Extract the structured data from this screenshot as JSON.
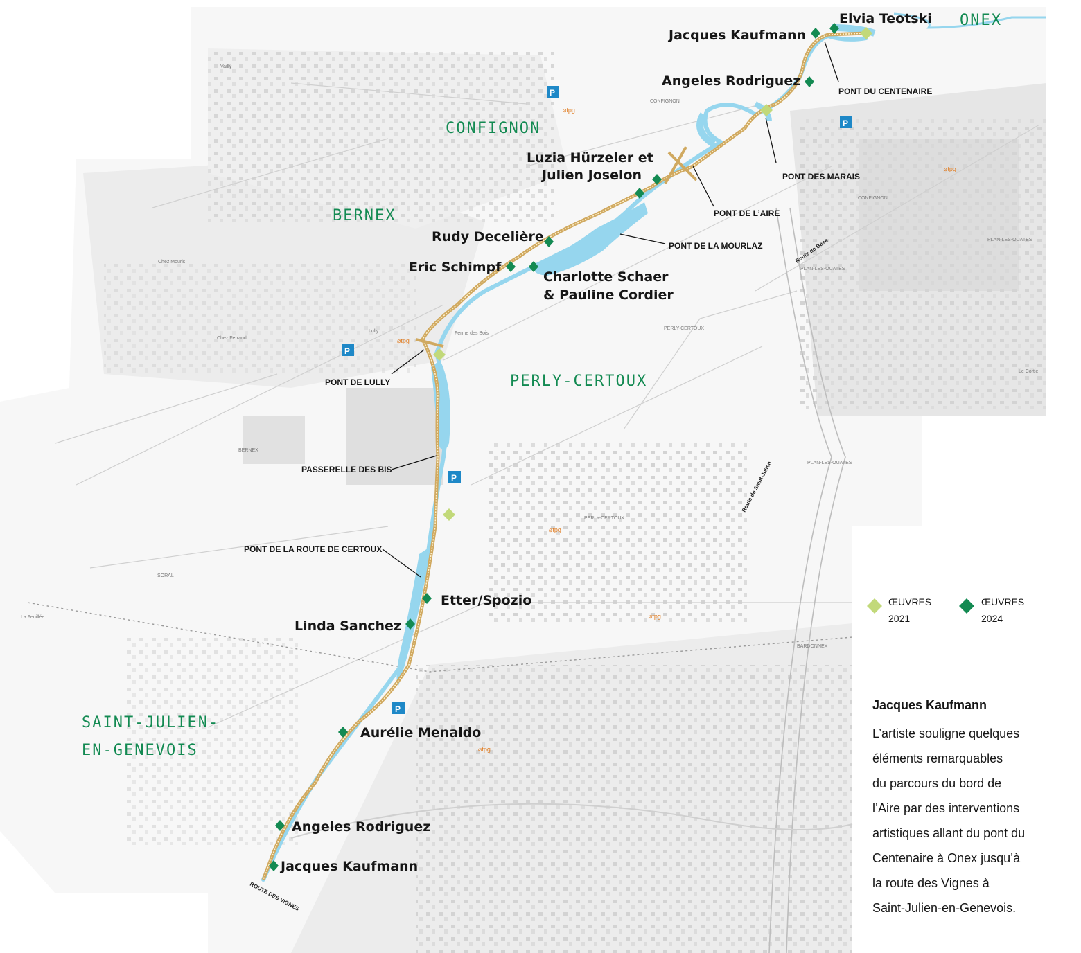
{
  "colors": {
    "water": "#96d6ee",
    "river_line": "#4fb6de",
    "green_label": "#138a52",
    "marker_2024": "#138a52",
    "marker_2021": "#c2d97a",
    "path": "#c9a35a",
    "parking": "#1e88c7",
    "tpg": "#e07a1e"
  },
  "towns": {
    "onex": "ONEX",
    "confignon": "CONFIGNON",
    "bernex": "BERNEX",
    "perly": "PERLY-CERTOUX",
    "saint_julien_1": "SAINT-JULIEN-",
    "saint_julien_2": "EN-GENEVOIS"
  },
  "artists": {
    "elvia": "Elvia Teotski",
    "kaufmann_n": "Jacques Kaufmann",
    "rodriguez_n": "Angeles Rodriguez",
    "luzia_1": "Luzia Hürzeler et",
    "luzia_2": "Julien Joselon",
    "rudy": "Rudy Decelière",
    "eric": "Eric Schimpf",
    "charlotte_1": "Charlotte Schaer",
    "charlotte_2": "& Pauline Cordier",
    "etter": "Etter/Spozio",
    "linda": "Linda Sanchez",
    "aurelie": "Aurélie Menaldo",
    "rodriguez_s": "Angeles Rodriguez",
    "kaufmann_s": "Jacques Kaufmann"
  },
  "bridges": {
    "centenaire": "PONT DU CENTENAIRE",
    "marais": "PONT DES MARAIS",
    "aire": "PONT DE L’AIRE",
    "mourlaz": "PONT DE LA MOURLAZ",
    "lully": "PONT DE LULLY",
    "bis": "PASSERELLE DES BIS",
    "certoux": "PONT DE LA ROUTE DE CERTOUX"
  },
  "roads": {
    "base": "Route de Base",
    "saint_julien": "Route de Saint-Julien",
    "vignes": "ROUTE DES VIGNES"
  },
  "small_labels": {
    "vailly": "Vailly",
    "confignon": "CONFIGNON",
    "confignon2": "CONFIGNON",
    "plan1": "PLAN-LES-OUATES",
    "plan2": "PLAN-LES-OUATES",
    "plan3": "PLAN-LES-OUATES",
    "perly1": "PERLY-CERTOUX",
    "perly2": "PERLY-CERTOUX",
    "bernex": "BERNEX",
    "soral": "SORAL",
    "bardonnex": "BARDONNEX",
    "lully": "Lully",
    "chez_ferrand": "Chez Ferrand",
    "chez_mouris": "Chez Mouris",
    "ferme_bois": "Ferme des Bois",
    "la_feuillee": "La Feuillée",
    "la_croix": "Le Cortie"
  },
  "icons": {
    "parking": "P",
    "tpg": "⌀tpg"
  },
  "legend": {
    "oeuvres_2021_a": "ŒUVRES",
    "oeuvres_2021_b": "2021",
    "oeuvres_2024_a": "ŒUVRES",
    "oeuvres_2024_b": "2024"
  },
  "info": {
    "title": "Jacques Kaufmann",
    "lines": [
      "L’artiste souligne quelques",
      "éléments remarquables",
      "du parcours du bord de",
      "l’Aire par des interventions",
      "artistiques allant du pont du",
      "Centenaire à Onex jusqu’à",
      "la route des Vignes à",
      "Saint-Julien-en-Genevois."
    ]
  }
}
